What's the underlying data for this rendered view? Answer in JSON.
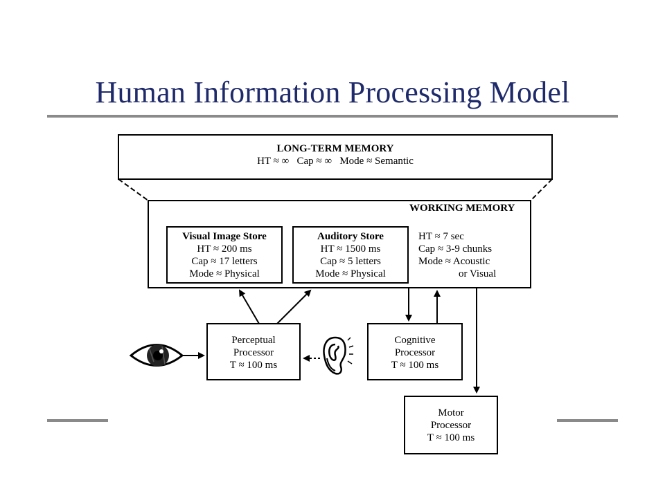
{
  "title": "Human Information Processing Model",
  "ltm": {
    "heading": "LONG-TERM MEMORY",
    "params": "HT ≈ ∞   Cap ≈ ∞   Mode ≈ Semantic"
  },
  "working_memory": {
    "heading": "WORKING MEMORY",
    "lines": [
      "HT ≈ 7 sec",
      "Cap ≈ 3-9 chunks",
      "Mode ≈ Acoustic",
      "or Visual"
    ]
  },
  "visual_store": {
    "heading": "Visual Image Store",
    "lines": [
      "HT ≈ 200 ms",
      "Cap ≈ 17 letters",
      "Mode ≈ Physical"
    ]
  },
  "auditory_store": {
    "heading": "Auditory Store",
    "lines": [
      "HT ≈ 1500 ms",
      "Cap ≈ 5 letters",
      "Mode ≈ Physical"
    ]
  },
  "perceptual": {
    "lines": [
      "Perceptual",
      "Processor",
      "T ≈ 100 ms"
    ]
  },
  "cognitive": {
    "lines": [
      "Cognitive",
      "Processor",
      "T ≈ 100 ms"
    ]
  },
  "motor": {
    "lines": [
      "Motor",
      "Processor",
      "T ≈ 100 ms"
    ]
  },
  "icons": {
    "eye": "eye-icon",
    "ear": "ear-icon"
  },
  "colors": {
    "title": "#1f2a6b",
    "rule": "#8a8a8a"
  }
}
